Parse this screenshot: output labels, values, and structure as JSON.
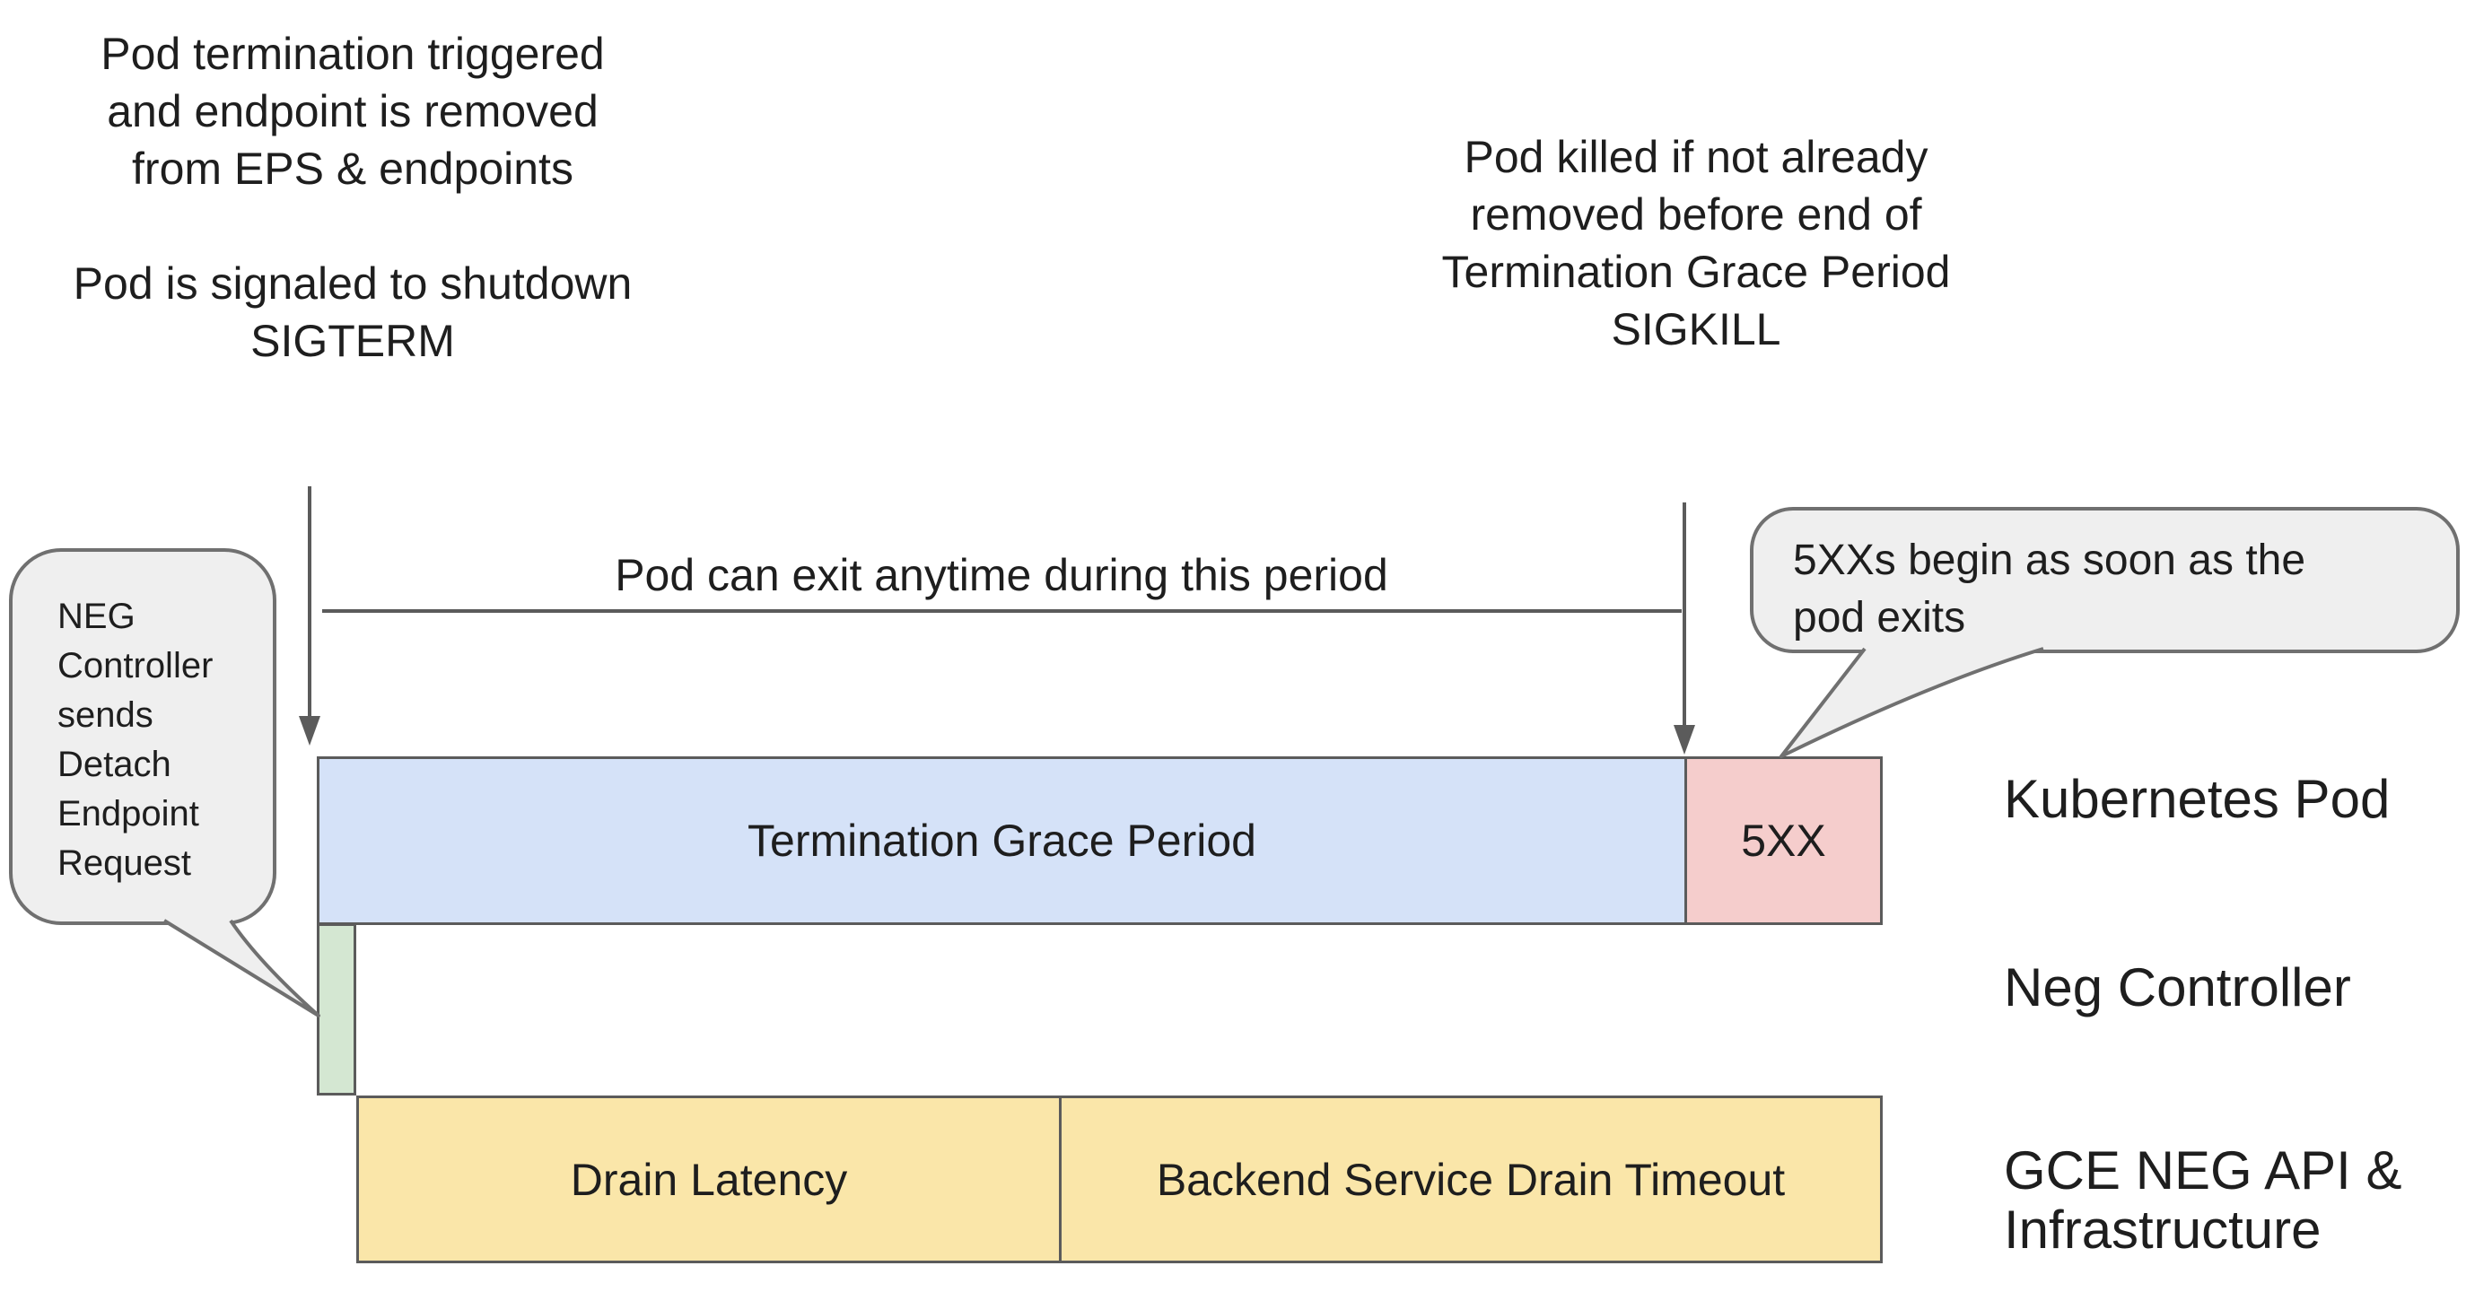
{
  "colors": {
    "termination_bar_fill": "#d5e2f8",
    "error_bar_fill": "#f5cdcc",
    "neg_bar_fill": "#d4e7d2",
    "drain_bar_fill": "#fae6a9",
    "bubble_fill": "#efefef",
    "bubble_border": "#707070",
    "stroke_gray": "#5b5b5b",
    "text_color": "#1e1e1e"
  },
  "annotations": {
    "top_left": "Pod termination triggered\nand endpoint is removed\nfrom EPS & endpoints\n\nPod is signaled to shutdown\nSIGTERM",
    "top_right": "Pod killed if not already\nremoved before end of\nTermination Grace Period\nSIGKILL",
    "period_note": "Pod can exit anytime during this period"
  },
  "speech_bubbles": {
    "left": "NEG\nController\nsends\nDetach\nEndpoint\nRequest",
    "right": "5XXs begin as soon as the\npod exits"
  },
  "timeline_bars": {
    "termination_grace_period": "Termination Grace Period",
    "error_5xx": "5XX",
    "drain_latency": "Drain Latency",
    "backend_service_drain_timeout": "Backend Service Drain Timeout"
  },
  "row_labels": {
    "kubernetes_pod": "Kubernetes Pod",
    "neg_controller": "Neg Controller",
    "gce_neg_api": "GCE NEG API &\nInfrastructure"
  }
}
